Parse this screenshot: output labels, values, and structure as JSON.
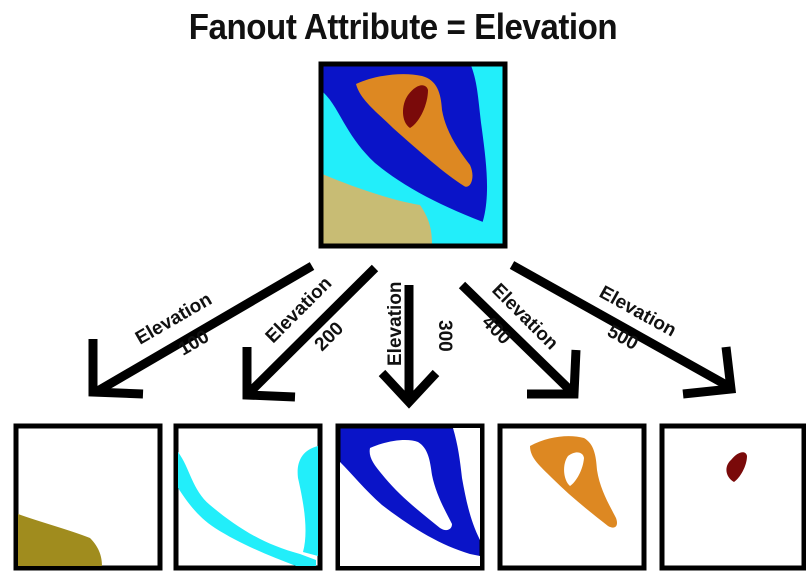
{
  "title": "Fanout Attribute = Elevation",
  "colors": {
    "dark_blue": "#0a14c8",
    "cyan": "#22eefa",
    "orange": "#dd8822",
    "maroon": "#7a0a0a",
    "tan": "#c8bc74",
    "olive": "#a08c1e"
  },
  "branches": [
    {
      "label": "Elevation",
      "value": "100"
    },
    {
      "label": "Elevation",
      "value": "200"
    },
    {
      "label": "Elevation",
      "value": "300"
    },
    {
      "label": "Elevation",
      "value": "400"
    },
    {
      "label": "Elevation",
      "value": "500"
    }
  ]
}
